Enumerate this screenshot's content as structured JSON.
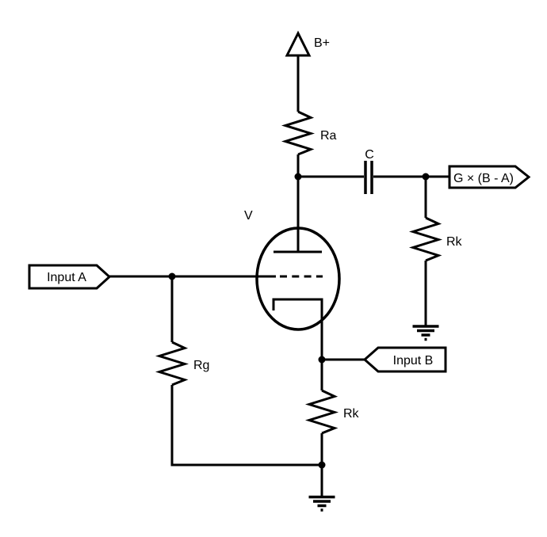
{
  "diagram": {
    "kind": "vacuum-tube-difference-amplifier-schematic",
    "colors": {
      "line": "#000000",
      "background": "#ffffff"
    },
    "labels": {
      "supply": "B+",
      "anode_resistor": "Ra",
      "coupling_capacitor": "C",
      "output_flag": "G × (B - A)",
      "output_cathode_resistor": "Rk",
      "tube": "V",
      "input_a_flag": "Input A",
      "grid_resistor": "Rg",
      "input_b_flag": "Input B",
      "cathode_resistor": "Rk"
    }
  }
}
